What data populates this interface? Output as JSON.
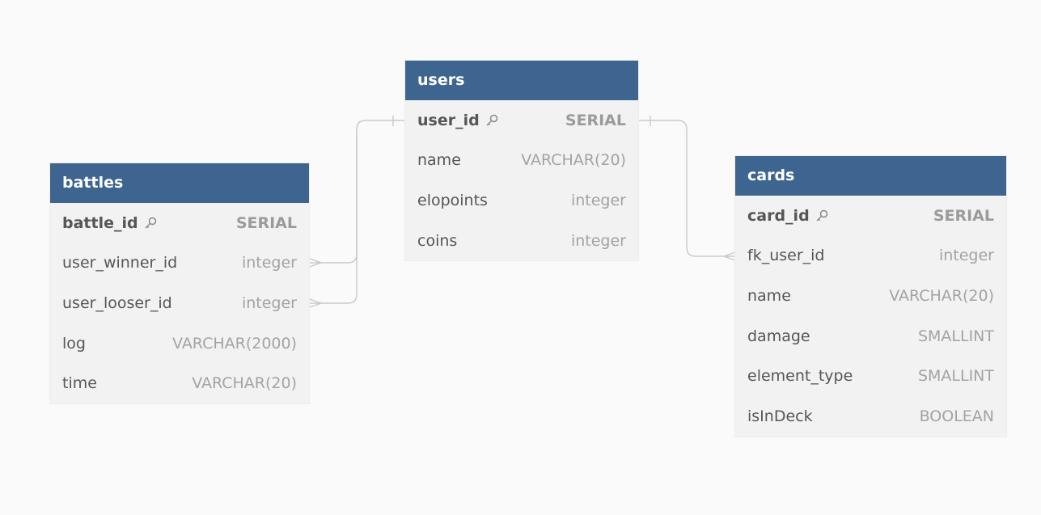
{
  "tables": {
    "battles": {
      "name": "battles",
      "columns": [
        {
          "name": "battle_id",
          "type": "SERIAL",
          "primary_key": true
        },
        {
          "name": "user_winner_id",
          "type": "integer"
        },
        {
          "name": "user_looser_id",
          "type": "integer"
        },
        {
          "name": "log",
          "type": "VARCHAR(2000)"
        },
        {
          "name": "time",
          "type": "VARCHAR(20)"
        }
      ]
    },
    "users": {
      "name": "users",
      "columns": [
        {
          "name": "user_id",
          "type": "SERIAL",
          "primary_key": true
        },
        {
          "name": "name",
          "type": "VARCHAR(20)"
        },
        {
          "name": "elopoints",
          "type": "integer"
        },
        {
          "name": "coins",
          "type": "integer"
        }
      ]
    },
    "cards": {
      "name": "cards",
      "columns": [
        {
          "name": "card_id",
          "type": "SERIAL",
          "primary_key": true
        },
        {
          "name": "fk_user_id",
          "type": "integer"
        },
        {
          "name": "name",
          "type": "VARCHAR(20)"
        },
        {
          "name": "damage",
          "type": "SMALLINT"
        },
        {
          "name": "element_type",
          "type": "SMALLINT"
        },
        {
          "name": "isInDeck",
          "type": "BOOLEAN"
        }
      ]
    }
  },
  "relationships": [
    {
      "from": "battles.user_winner_id",
      "to": "users.user_id",
      "cardinality": "many-to-one"
    },
    {
      "from": "battles.user_looser_id",
      "to": "users.user_id",
      "cardinality": "many-to-one"
    },
    {
      "from": "cards.fk_user_id",
      "to": "users.user_id",
      "cardinality": "many-to-one"
    }
  ],
  "colors": {
    "header": "#3d6590",
    "body": "#f2f2f2",
    "background": "#fafafa",
    "connector": "#c9c9c9"
  },
  "icons": {
    "primary_key": "key-icon"
  }
}
